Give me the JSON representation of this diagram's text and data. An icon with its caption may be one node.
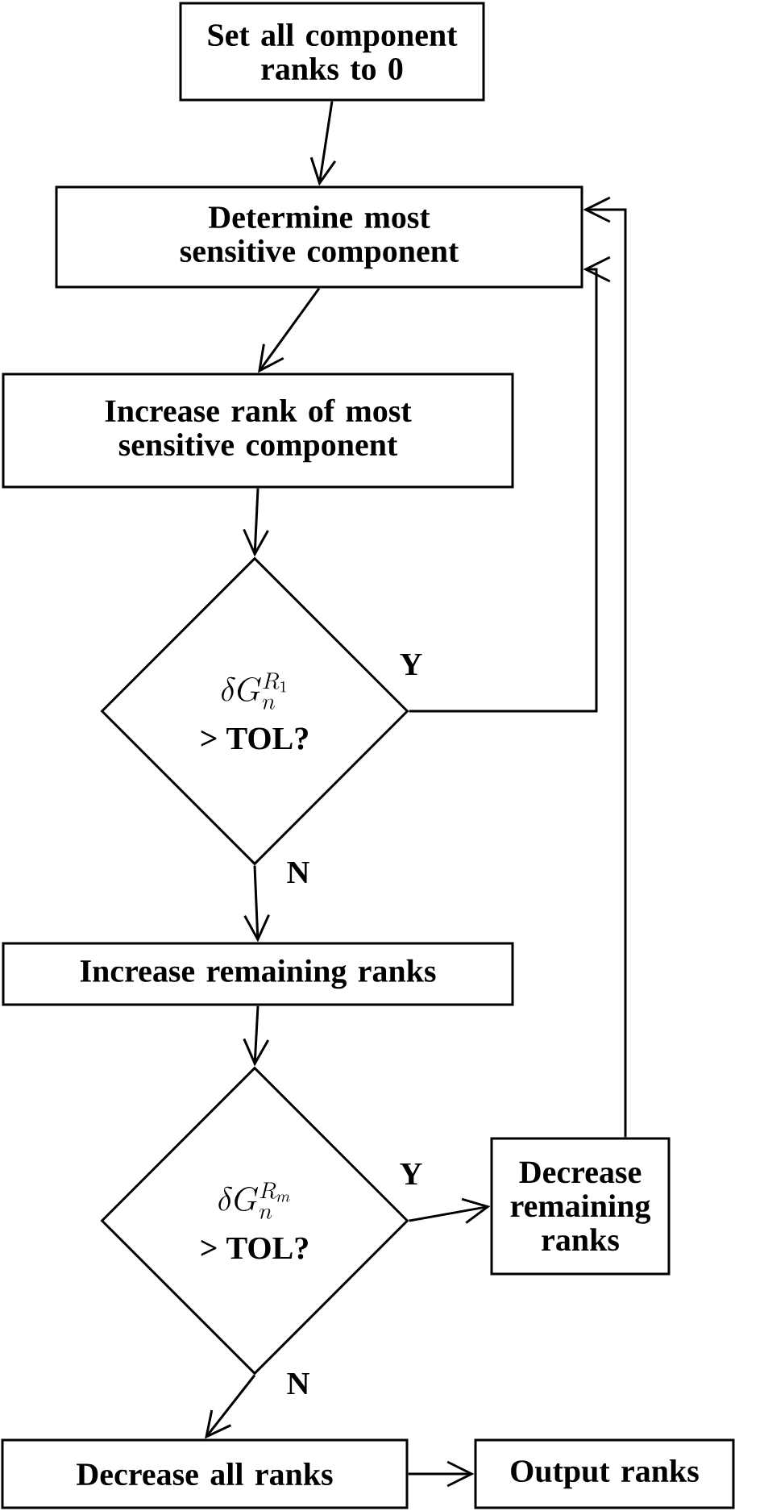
{
  "diagram": {
    "nodes": [
      {
        "text": [
          "Set all component ranks to 0"
        ]
      },
      {
        "text": [
          "Determine most sensitive component"
        ]
      },
      {
        "text": [
          "Increase rank of most sensitive component"
        ]
      },
      {
        "text": [
          "\\delta G_n^{R_1}",
          "> TOL?"
        ]
      },
      {
        "text": [
          "Increase remaining ranks"
        ]
      },
      {
        "text": [
          "\\delta G_n^{R_m}",
          "> TOL?"
        ]
      },
      {
        "text": [
          "Decrease remaining ranks"
        ]
      },
      {
        "text": [
          "Decrease all ranks"
        ]
      },
      {
        "text": [
          "Output ranks"
        ]
      }
    ],
    "edges": [
      {
        "from": 0,
        "to": 1,
        "arrow": "to"
      },
      {
        "from": 1,
        "to": 2,
        "arrow": "to"
      },
      {
        "from": 2,
        "to": 3,
        "arrow": "to"
      },
      {
        "from": 3,
        "to": 1,
        "arrow": "to",
        "label": "Y"
      },
      {
        "from": 3,
        "to": 4,
        "arrow": "to",
        "label": "N"
      },
      {
        "from": 4,
        "to": 5,
        "arrow": "to"
      },
      {
        "from": 5,
        "to": 6,
        "arrow": "to",
        "label": "Y"
      },
      {
        "from": 5,
        "to": 7,
        "arrow": "to",
        "label": "N"
      },
      {
        "from": 6,
        "to": 1,
        "arrow": "to"
      },
      {
        "from": 7,
        "to": 8,
        "arrow": "to"
      }
    ]
  }
}
